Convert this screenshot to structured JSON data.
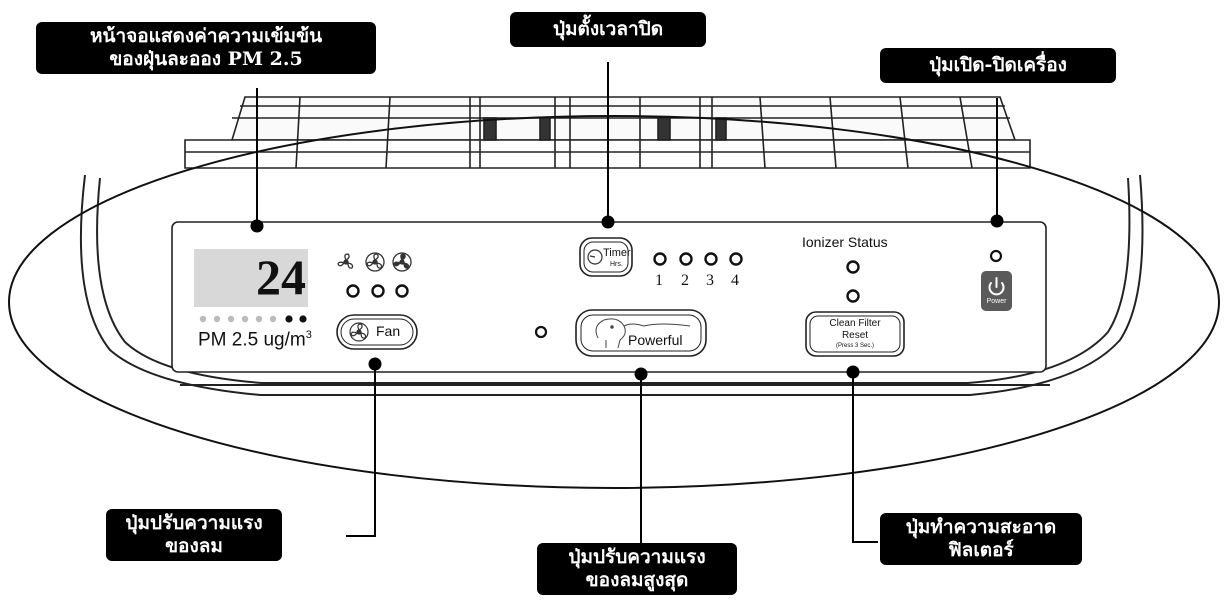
{
  "callouts": {
    "pm_display": [
      "หน้าจอแสดงค่าความเข้มข้น",
      "ของฝุ่นละออง PM 2.5"
    ],
    "timer": [
      "ปุ่มตั้งเวลาปิด"
    ],
    "power": [
      "ปุ่มเปิด-ปิดเครื่อง"
    ],
    "fan": [
      "ปุ่มปรับความแรง",
      "ของลม"
    ],
    "powerful": [
      "ปุ่มปรับความแรง",
      "ของลมสูงสุด"
    ],
    "filter": [
      "ปุ่มทำความสะอาด",
      "ฟิลเตอร์"
    ]
  },
  "panel": {
    "pm_value": "24",
    "pm_unit": "PM 2.5 ug/m",
    "pm_unit_sup": "3",
    "fan_label": "Fan",
    "timer_label": "Timer",
    "timer_sub": "Hrs.",
    "timer_hours": [
      "1",
      "2",
      "3",
      "4"
    ],
    "powerful_label": "Powerful",
    "ionizer_label": "Ionizer Status",
    "filter_label_1": "Clean Filter",
    "filter_label_2": "Reset",
    "filter_label_3": "(Press 3 Sec.)",
    "power_label": "Power"
  },
  "colors": {
    "callout_bg": "#000000",
    "callout_text": "#ffffff",
    "display_bg": "#d8d8d8",
    "power_button": "#5a5a5a"
  }
}
